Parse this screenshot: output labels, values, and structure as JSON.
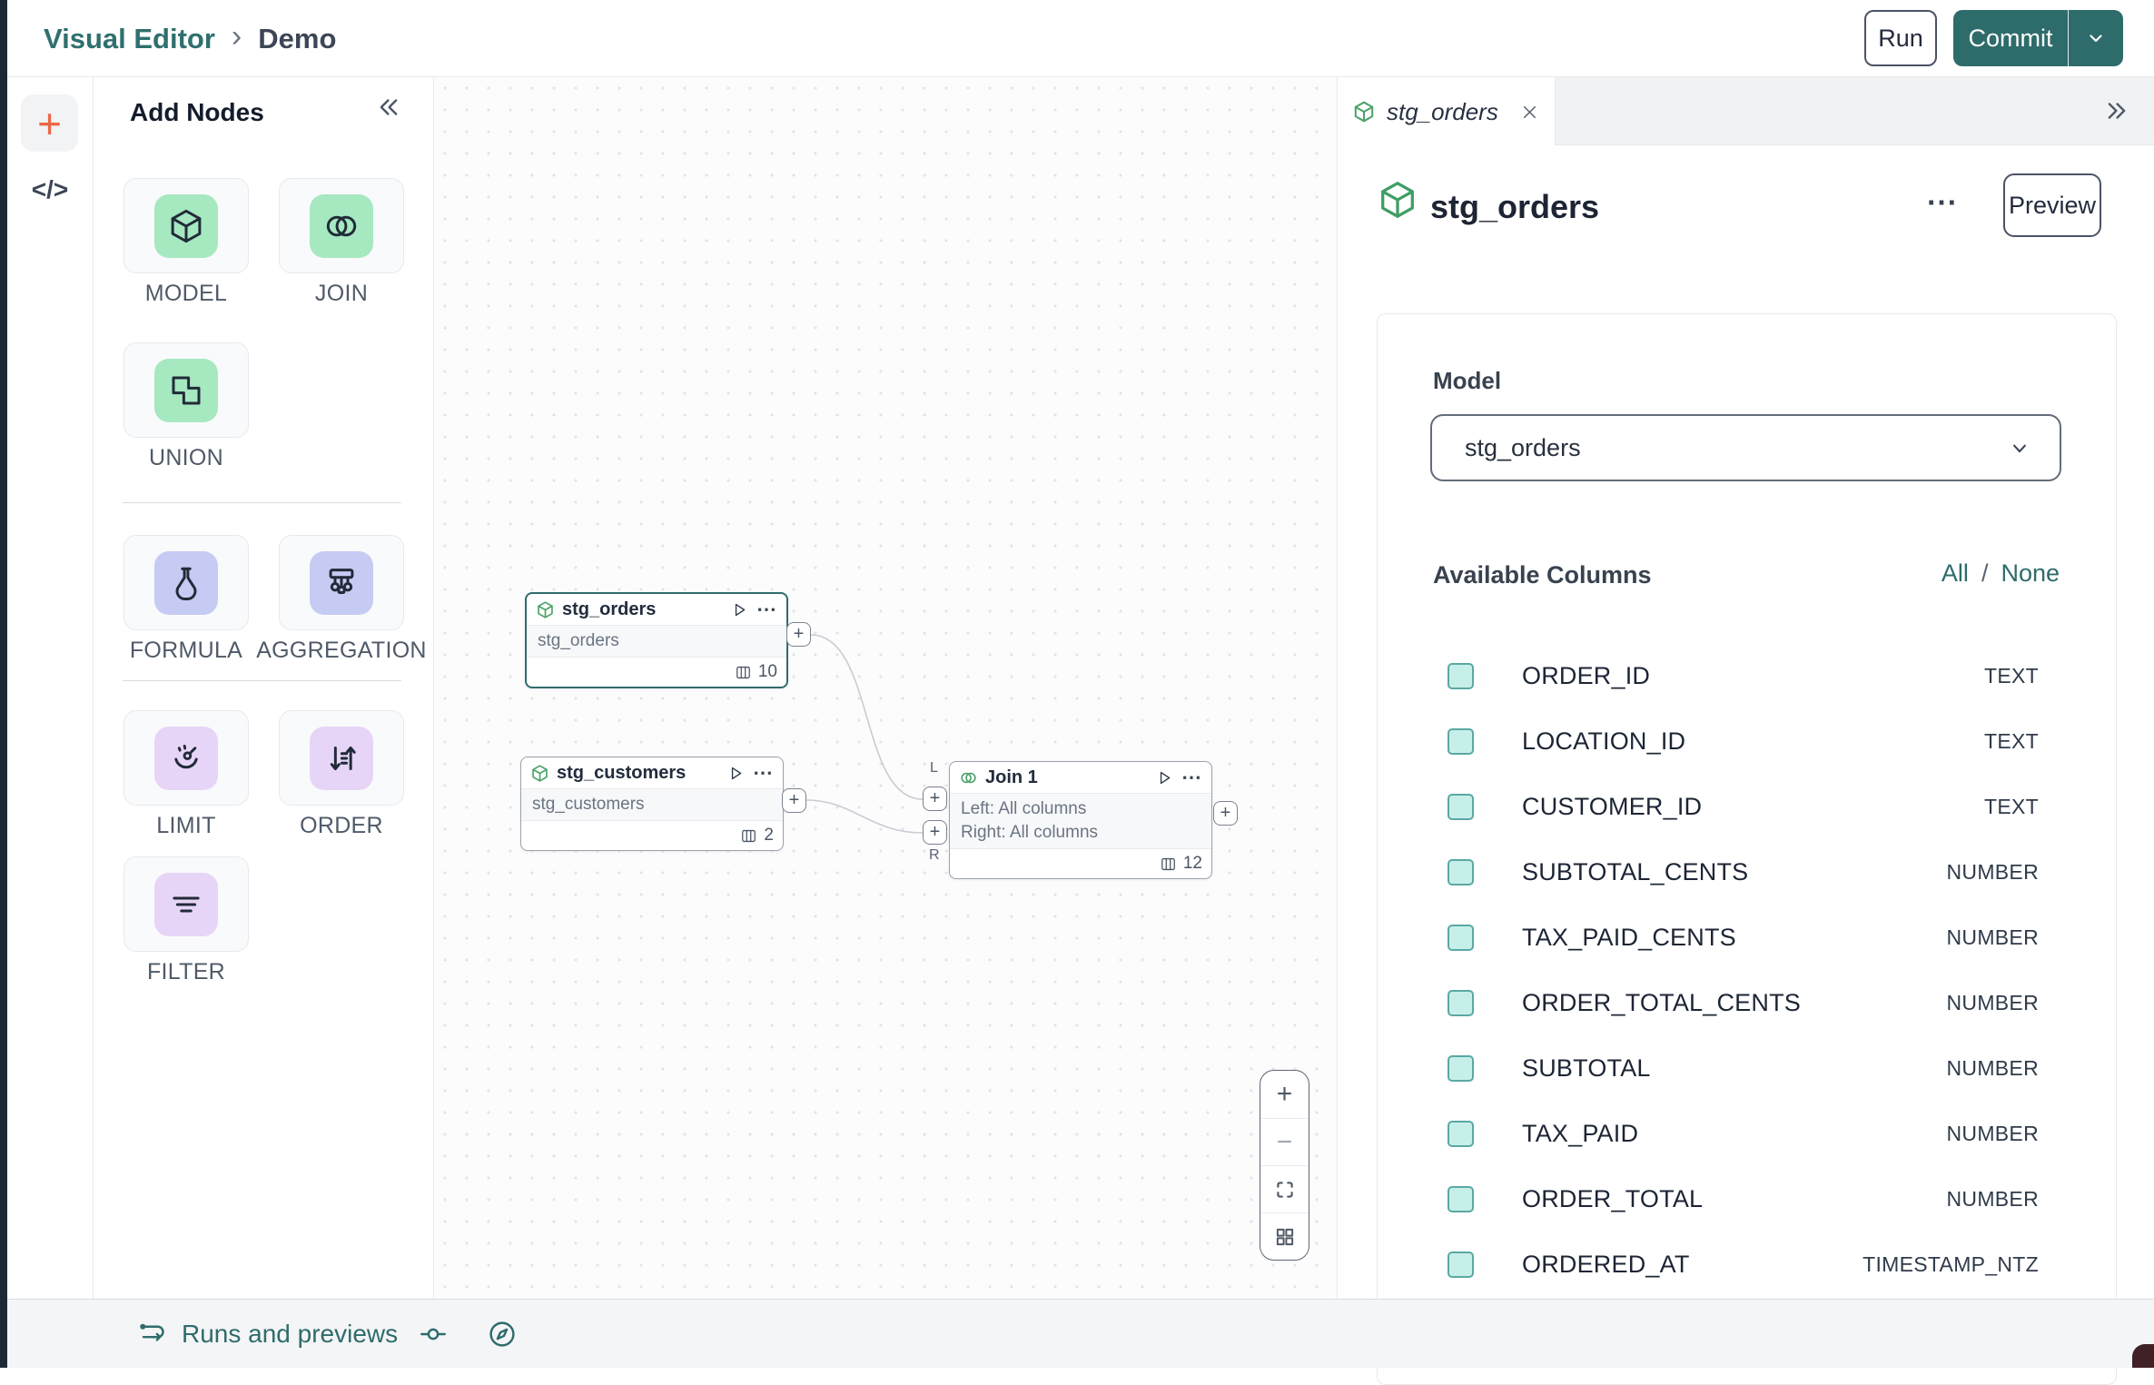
{
  "topbar": {
    "breadcrumb_home": "Visual Editor",
    "breadcrumb_current": "Demo",
    "run_label": "Run",
    "commit_label": "Commit"
  },
  "add_nodes_panel": {
    "title": "Add Nodes",
    "node_types": [
      {
        "label": "MODEL",
        "icon": "cube-icon"
      },
      {
        "label": "JOIN",
        "icon": "join-circles-icon"
      },
      {
        "label": "UNION",
        "icon": "union-squares-icon"
      },
      {
        "label": "FORMULA",
        "icon": "flask-icon"
      },
      {
        "label": "AGGREGATION",
        "icon": "aggregation-tree-icon"
      },
      {
        "label": "LIMIT",
        "icon": "gauge-icon"
      },
      {
        "label": "ORDER",
        "icon": "sort-arrows-icon"
      },
      {
        "label": "FILTER",
        "icon": "filter-lines-icon"
      }
    ]
  },
  "canvas": {
    "nodes": [
      {
        "title": "stg_orders",
        "subtitle": "stg_orders",
        "column_count": "10"
      },
      {
        "title": "stg_customers",
        "subtitle": "stg_customers",
        "column_count": "2"
      },
      {
        "title": "Join 1",
        "line1": "Left: All columns",
        "line2": "Right: All columns",
        "column_count": "12"
      }
    ],
    "port_left_label": "L",
    "port_right_label": "R"
  },
  "inspector": {
    "tab_label": "stg_orders",
    "title": "stg_orders",
    "preview_label": "Preview",
    "model_label": "Model",
    "model_value": "stg_orders",
    "columns_header": "Available Columns",
    "select_all_label": "All",
    "separator": "/",
    "select_none_label": "None",
    "columns": [
      {
        "name": "ORDER_ID",
        "type": "TEXT"
      },
      {
        "name": "LOCATION_ID",
        "type": "TEXT"
      },
      {
        "name": "CUSTOMER_ID",
        "type": "TEXT"
      },
      {
        "name": "SUBTOTAL_CENTS",
        "type": "NUMBER"
      },
      {
        "name": "TAX_PAID_CENTS",
        "type": "NUMBER"
      },
      {
        "name": "ORDER_TOTAL_CENTS",
        "type": "NUMBER"
      },
      {
        "name": "SUBTOTAL",
        "type": "NUMBER"
      },
      {
        "name": "TAX_PAID",
        "type": "NUMBER"
      },
      {
        "name": "ORDER_TOTAL",
        "type": "NUMBER"
      },
      {
        "name": "ORDERED_AT",
        "type": "TIMESTAMP_NTZ"
      }
    ]
  },
  "bottombar": {
    "runs_label": "Runs and previews"
  },
  "icons": {
    "add": "+",
    "code": "</>",
    "breadcrumb_separator": "›",
    "more": "⋯",
    "port_plus": "+",
    "zoom_in": "+",
    "zoom_out": "−"
  },
  "colors": {
    "accent_teal": "#2e6c6b",
    "selected_node_border": "#2e6d6c",
    "node_icon_green": "#4ca36a",
    "tint_green": "#a6e8c0",
    "tint_periwinkle": "#c6cbf3",
    "tint_lavender": "#e7d5f8",
    "checkbox_fill": "#c7efe9",
    "checkbox_border": "#5aa8a4",
    "plus_orange": "#eb6845",
    "dark_sliver": "#1d2836"
  }
}
